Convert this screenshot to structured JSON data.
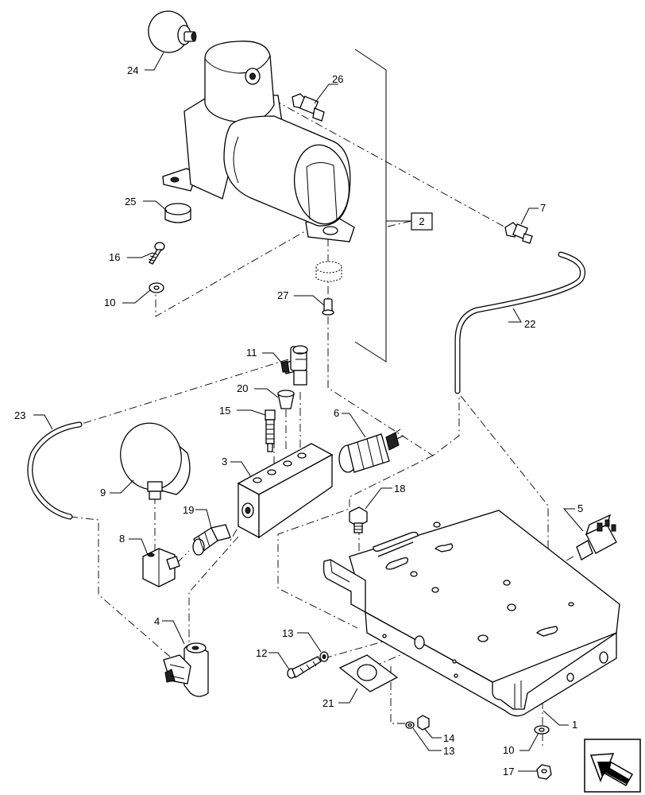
{
  "reference_box": "2",
  "callouts": {
    "c1": "1",
    "c3": "3",
    "c4": "4",
    "c5": "5",
    "c6": "6",
    "c7": "7",
    "c8": "8",
    "c9": "9",
    "c10a": "10",
    "c10b": "10",
    "c11": "11",
    "c12": "12",
    "c13a": "13",
    "c13b": "13",
    "c14": "14",
    "c15": "15",
    "c16": "16",
    "c17": "17",
    "c18": "18",
    "c19": "19",
    "c20": "20",
    "c21": "21",
    "c22": "22",
    "c23": "23",
    "c24": "24",
    "c25": "25",
    "c26": "26",
    "c27": "27"
  },
  "nav_icon": "arrow-icon"
}
